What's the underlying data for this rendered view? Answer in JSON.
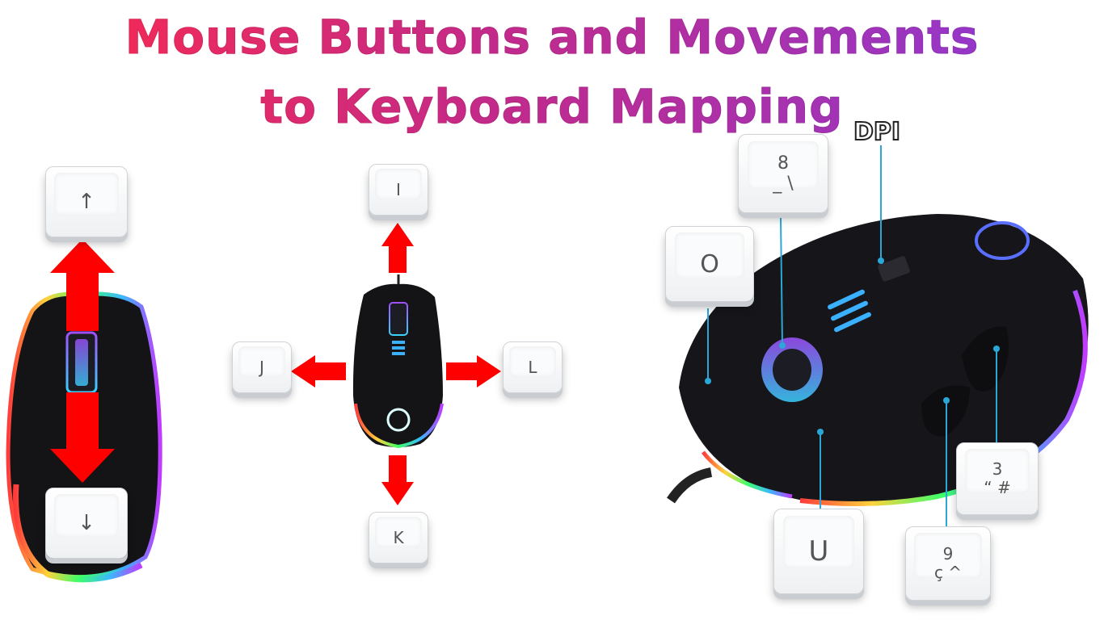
{
  "title": {
    "line1": "Mouse Buttons and Movements",
    "line2": "to Keyboard Mapping"
  },
  "labels": {
    "dpi": "DPI"
  },
  "keys": {
    "up": "↑",
    "down": "↓",
    "i": "I",
    "j": "J",
    "l": "L",
    "k": "K",
    "o": "O",
    "u": "U",
    "eight_top": "8",
    "eight_bottom": "_ \\",
    "three_top": "3",
    "three_bottom": "“ #",
    "nine_top": "9",
    "nine_bottom": "ç ^"
  },
  "colors": {
    "arrow": "#ff0000",
    "callout_line": "#29a8d8",
    "title_start": "#ff2a4a",
    "title_end": "#8a3ad8"
  }
}
